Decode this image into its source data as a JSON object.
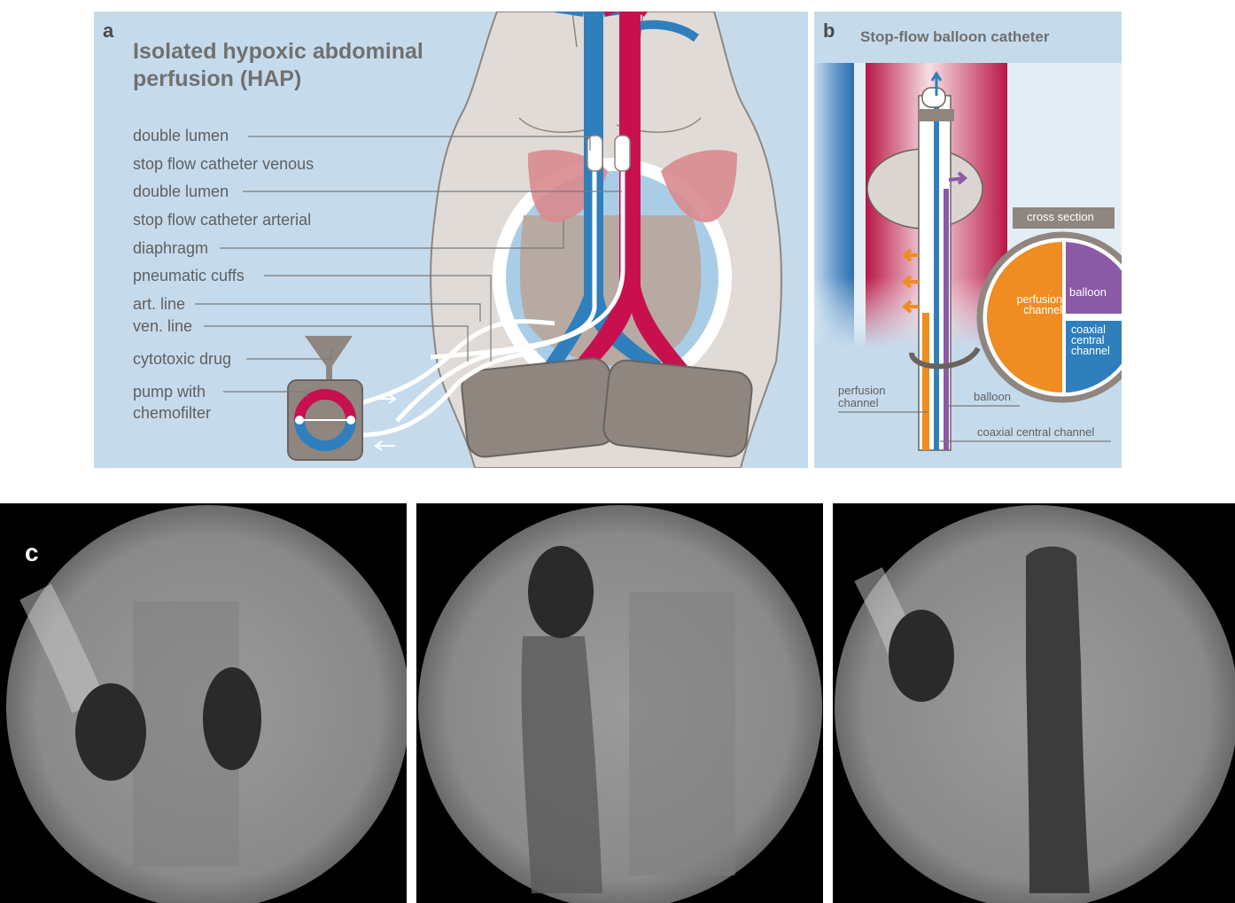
{
  "panel_a": {
    "letter": "a",
    "title_line1": "Isolated hypoxic abdominal",
    "title_line2": "perfusion (HAP)",
    "labels": [
      "double lumen",
      "stop flow catheter venous",
      "double lumen",
      "stop flow catheter arterial",
      "diaphragm",
      "pneumatic cuffs",
      "art. line",
      "ven. line",
      "cytotoxic drug",
      "pump with",
      "chemofilter"
    ]
  },
  "panel_b": {
    "letter": "b",
    "title": "Stop-flow balloon catheter",
    "cross_section": "cross section",
    "cs_perfusion_1": "perfusion",
    "cs_perfusion_2": "channel",
    "cs_balloon": "balloon",
    "cs_coaxial_1": "coaxial",
    "cs_coaxial_2": "central",
    "cs_coaxial_3": "channel",
    "perfusion_1": "perfusion",
    "perfusion_2": "channel",
    "balloon": "balloon",
    "coaxial": "coaxial central channel"
  },
  "panel_c": {
    "letter": "c"
  },
  "colors": {
    "background_light_blue": "#c5dbec",
    "artery_red": "#c8104e",
    "vein_blue": "#2f7fbd",
    "perfusion_orange": "#ef8c22",
    "balloon_purple": "#8a5aa6",
    "device_gray": "#8f8680"
  }
}
